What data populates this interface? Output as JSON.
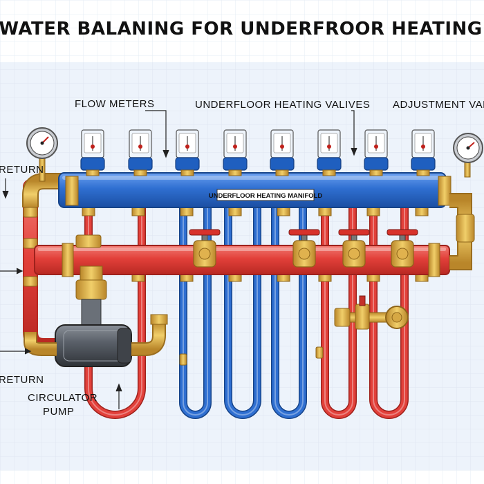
{
  "title": "WATER BALANING FOR UNDERFROOR HEATING",
  "labels": {
    "flow_meters": "FLOW METERS",
    "valves": "UNDERFLOOR HEATING VALIVES",
    "adjustment": "ADJUSTMENT VALVE",
    "manifold": "UNDERFLOOR HEATING MANIFOLD",
    "return_top": "RETURN",
    "return_bottom": "RETURN",
    "pump_line1": "CIRCULATOR",
    "pump_line2": "PUMP"
  },
  "colors": {
    "flow_pipe": "#e2403a",
    "return_pipe": "#2f6fd1",
    "brass": "#d8a93b",
    "grid": "#dce6f2",
    "gauge_cap": "#1f5fbf"
  },
  "flow_meter_count": 8,
  "valve_count": 4
}
